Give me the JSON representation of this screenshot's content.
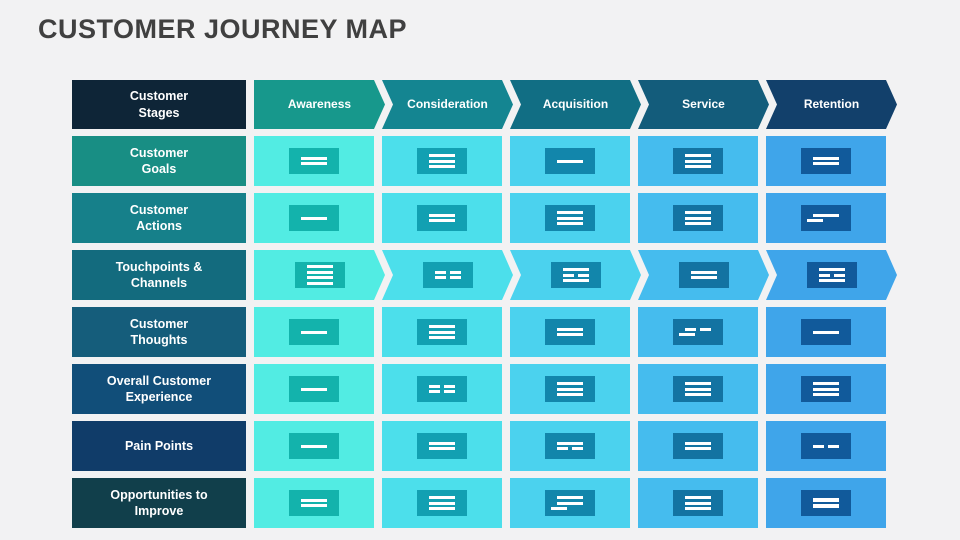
{
  "slide": {
    "title": "CUSTOMER JOURNEY MAP",
    "title_color": "#404040",
    "background_color": "#f2f2f3"
  },
  "table": {
    "corner": {
      "label": "Customer\nStages",
      "color": "#0e2537"
    },
    "stages": [
      {
        "label": "Awareness",
        "color": "#17988c"
      },
      {
        "label": "Consideration",
        "color": "#148591"
      },
      {
        "label": "Acquisition",
        "color": "#116e84"
      },
      {
        "label": "Service",
        "color": "#135c7b"
      },
      {
        "label": "Retention",
        "color": "#12406b"
      }
    ],
    "columns": [
      {
        "stage": "Awareness",
        "cell_color": "#52ece3",
        "icon_color": "#13b3ac"
      },
      {
        "stage": "Consideration",
        "cell_color": "#4cdfeb",
        "icon_color": "#12a0b2"
      },
      {
        "stage": "Acquisition",
        "cell_color": "#4bd2ee",
        "icon_color": "#1286ab"
      },
      {
        "stage": "Service",
        "cell_color": "#45bcee",
        "icon_color": "#1373a2"
      },
      {
        "stage": "Retention",
        "cell_color": "#3fa5ea",
        "icon_color": "#115a9b"
      }
    ],
    "rows": [
      {
        "label": "Customer\nGoals",
        "color": "#188e84",
        "shape": "rect",
        "icons": [
          [
            "l",
            "l"
          ],
          [
            "l",
            "l",
            "l"
          ],
          [
            "l"
          ],
          [
            "l",
            "l",
            "l"
          ],
          [
            "l",
            "l"
          ]
        ]
      },
      {
        "label": "Customer\nActions",
        "color": "#16808a",
        "shape": "rect",
        "icons": [
          [
            "l"
          ],
          [
            "l",
            "l"
          ],
          [
            "l",
            "l",
            "l"
          ],
          [
            "l",
            "l",
            "l"
          ],
          [
            "l",
            "s"
          ]
        ]
      },
      {
        "label": "Touchpoints &\nChannels",
        "color": "#136b7e",
        "shape": "chevron",
        "icons": [
          [
            "l",
            "l",
            "l",
            "l"
          ],
          [
            "d",
            "d"
          ],
          [
            "l",
            "d",
            "l"
          ],
          [
            "l",
            "l"
          ],
          [
            "l",
            "d",
            "l"
          ]
        ]
      },
      {
        "label": "Customer\nThoughts",
        "color": "#155d7b",
        "shape": "rect",
        "icons": [
          [
            "l"
          ],
          [
            "l",
            "l",
            "l"
          ],
          [
            "l",
            "l"
          ],
          [
            "d",
            "s"
          ],
          [
            "l"
          ]
        ]
      },
      {
        "label": "Overall Customer\nExperience",
        "color": "#114e79",
        "shape": "rect",
        "icons": [
          [
            "l"
          ],
          [
            "d",
            "d"
          ],
          [
            "l",
            "l",
            "l"
          ],
          [
            "l",
            "l",
            "l"
          ],
          [
            "l",
            "l",
            "l"
          ]
        ]
      },
      {
        "label": "Pain Points",
        "color": "#103c69",
        "shape": "rect",
        "icons": [
          [
            "l"
          ],
          [
            "l",
            "l"
          ],
          [
            "l",
            "d"
          ],
          [
            "l",
            "l"
          ],
          [
            "d"
          ]
        ]
      },
      {
        "label": "Opportunities to\nImprove",
        "color": "#113f4b",
        "shape": "rect",
        "icons": [
          [
            "l",
            "l"
          ],
          [
            "l",
            "l",
            "l"
          ],
          [
            "l",
            "l",
            "s"
          ],
          [
            "l",
            "l",
            "l"
          ],
          [
            "t",
            "t"
          ]
        ]
      }
    ],
    "icon_legend": {
      "l": "full-line",
      "s": "short-line",
      "d": "dashed-line",
      "t": "thick-line"
    }
  }
}
